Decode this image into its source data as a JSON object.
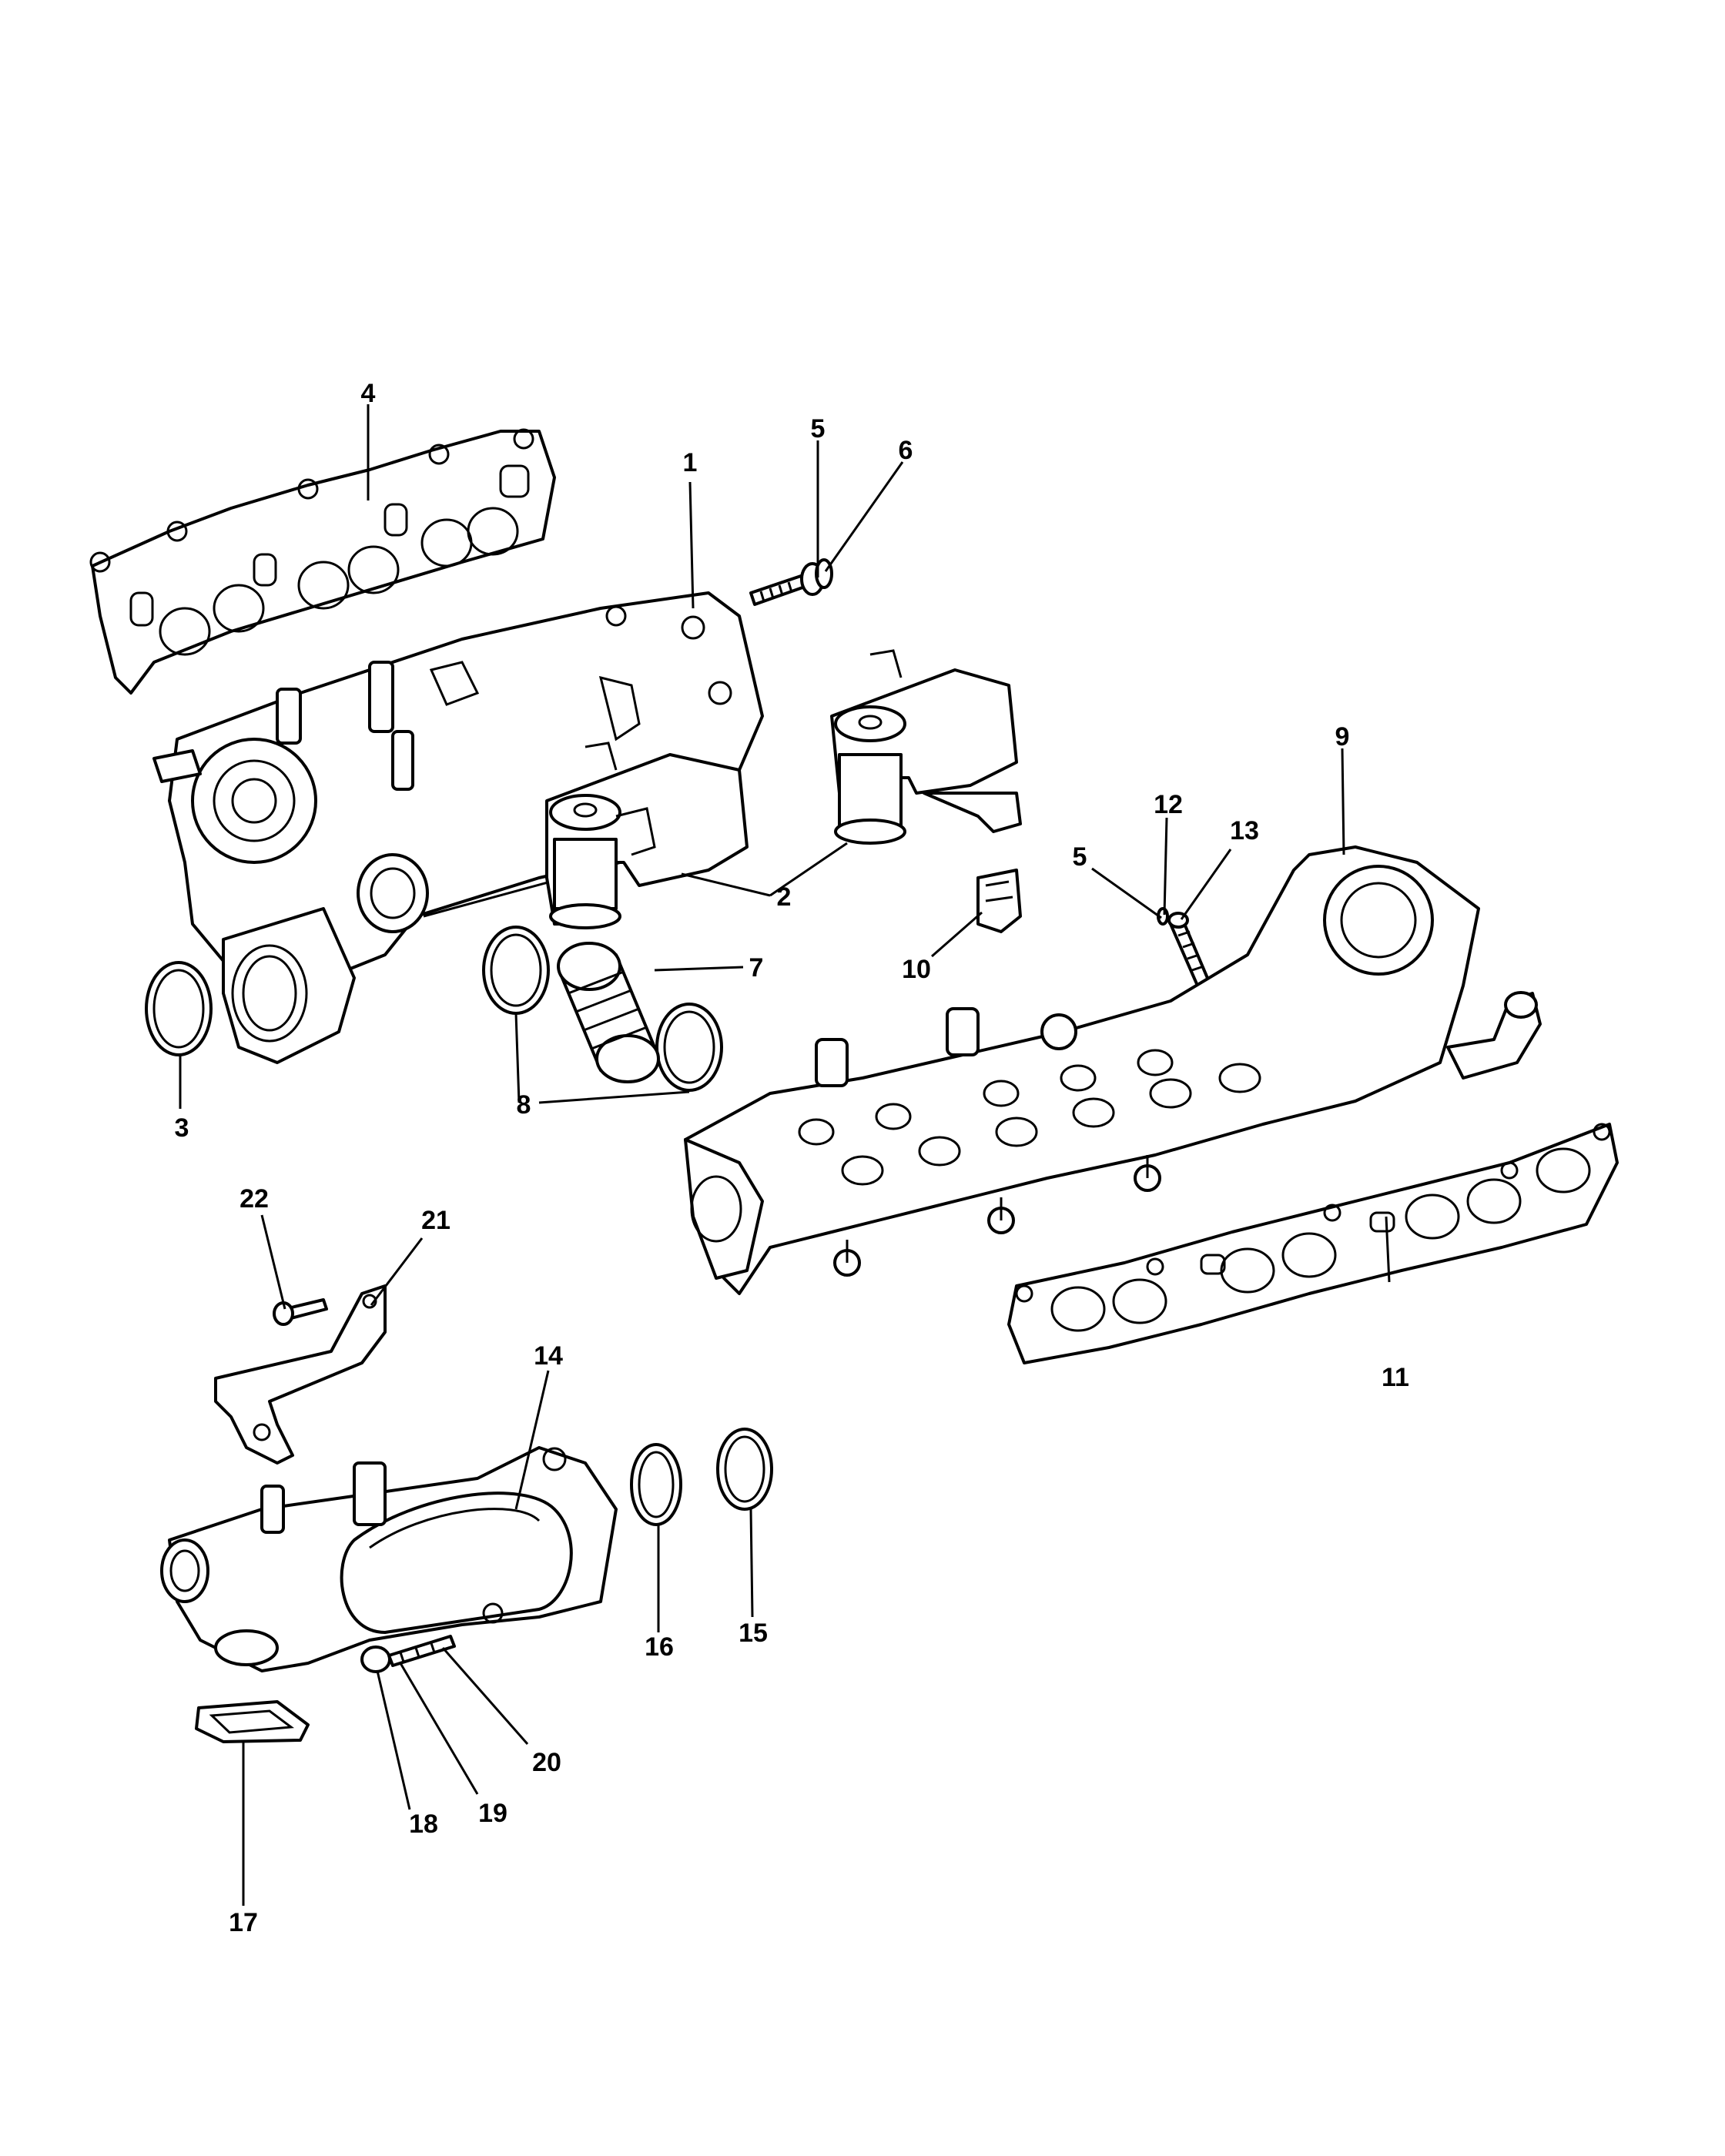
{
  "callouts": [
    {
      "id": "c1",
      "text": "1"
    },
    {
      "id": "c2",
      "text": "2"
    },
    {
      "id": "c3",
      "text": "3"
    },
    {
      "id": "c4",
      "text": "4"
    },
    {
      "id": "c5a",
      "text": "5"
    },
    {
      "id": "c6",
      "text": "6"
    },
    {
      "id": "c7",
      "text": "7"
    },
    {
      "id": "c8",
      "text": "8"
    },
    {
      "id": "c9",
      "text": "9"
    },
    {
      "id": "c10",
      "text": "10"
    },
    {
      "id": "c11",
      "text": "11"
    },
    {
      "id": "c12",
      "text": "12"
    },
    {
      "id": "c13",
      "text": "13"
    },
    {
      "id": "c5b",
      "text": "5"
    },
    {
      "id": "c14",
      "text": "14"
    },
    {
      "id": "c15",
      "text": "15"
    },
    {
      "id": "c16",
      "text": "16"
    },
    {
      "id": "c17",
      "text": "17"
    },
    {
      "id": "c18",
      "text": "18"
    },
    {
      "id": "c19",
      "text": "19"
    },
    {
      "id": "c20",
      "text": "20"
    },
    {
      "id": "c21",
      "text": "21"
    },
    {
      "id": "c22",
      "text": "22"
    }
  ]
}
